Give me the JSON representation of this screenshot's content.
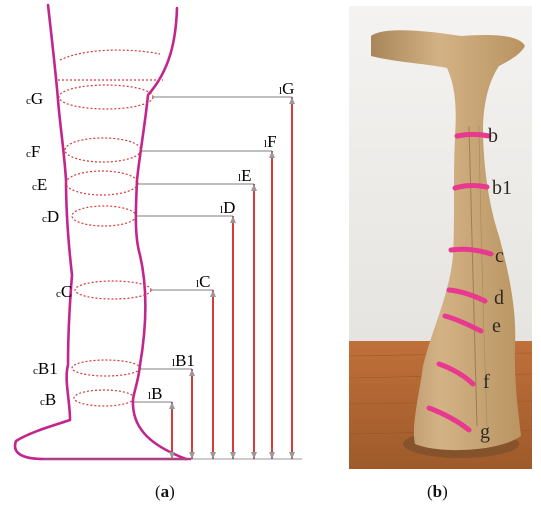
{
  "panel_a": {
    "left_labels": [
      {
        "id": "G",
        "prefix": "c",
        "name": "G"
      },
      {
        "id": "F",
        "prefix": "c",
        "name": "F"
      },
      {
        "id": "E",
        "prefix": "c",
        "name": "E"
      },
      {
        "id": "D",
        "prefix": "c",
        "name": "D"
      },
      {
        "id": "C",
        "prefix": "c",
        "name": "C"
      },
      {
        "id": "B1",
        "prefix": "c",
        "name": "B1"
      },
      {
        "id": "B",
        "prefix": "c",
        "name": "B"
      }
    ],
    "right_labels": [
      {
        "id": "G",
        "prefix": "l",
        "name": "G"
      },
      {
        "id": "F",
        "prefix": "l",
        "name": "F"
      },
      {
        "id": "E",
        "prefix": "l",
        "name": "E"
      },
      {
        "id": "D",
        "prefix": "l",
        "name": "D"
      },
      {
        "id": "C",
        "prefix": "l",
        "name": "C"
      },
      {
        "id": "B1",
        "prefix": "l",
        "name": "B1"
      },
      {
        "id": "B",
        "prefix": "l",
        "name": "B"
      }
    ],
    "colors": {
      "leg_outline": "#c2258e",
      "circumference": "#d63a3a",
      "height_bar": "#d43c3c",
      "leader_line": "#555555"
    }
  },
  "panel_b": {
    "marks": [
      "b",
      "b1",
      "c",
      "d",
      "e",
      "f",
      "g"
    ],
    "colors": {
      "band": "#e8388f",
      "stocking": "#c9a678",
      "floor": "#b5652c",
      "wall": "#efeeec"
    }
  },
  "captions": {
    "a_open": "(",
    "a": "a",
    "a_close": ")",
    "b_open": "(",
    "b": "b",
    "b_close": ")"
  }
}
